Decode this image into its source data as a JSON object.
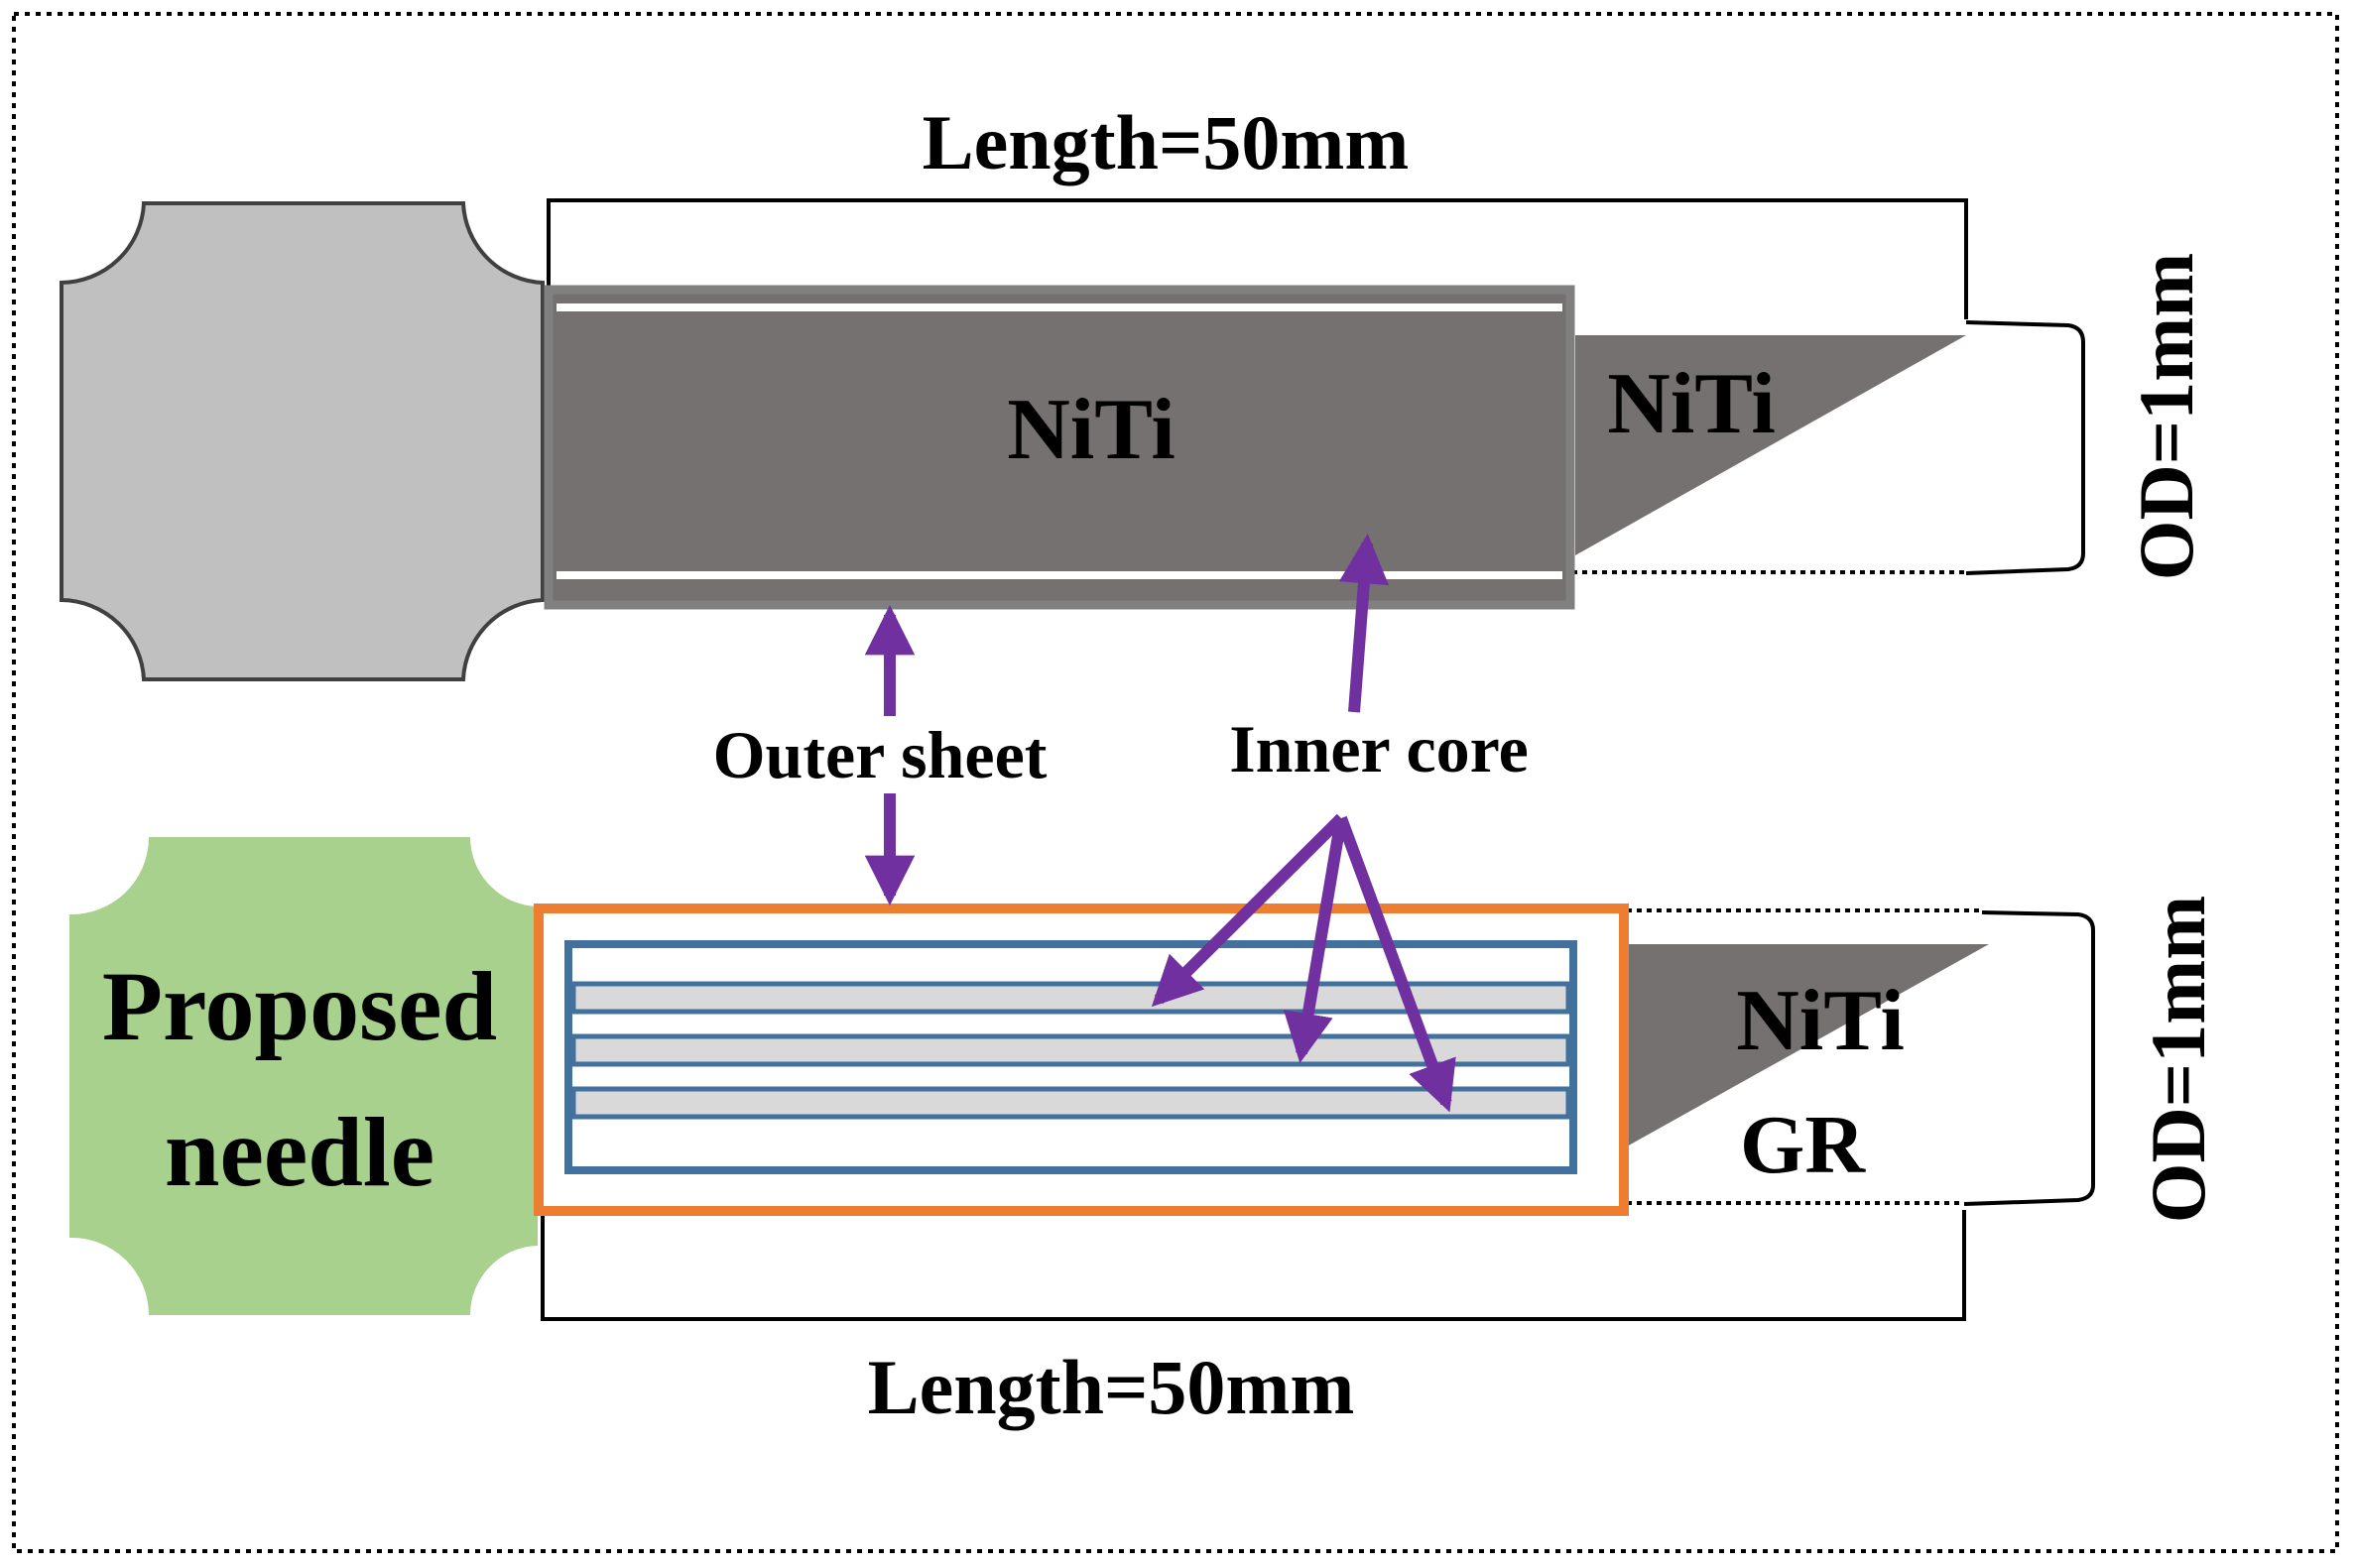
{
  "top_needle": {
    "length_label": "Length=50mm",
    "od_label": "OD=1mm",
    "body_material": "NiTi",
    "tip_material": "NiTi"
  },
  "bottom_needle": {
    "hub_label_line1": "Proposed",
    "hub_label_line2": "needle",
    "length_label": "Length=50mm",
    "od_label": "OD=1mm",
    "tip_material_1": "NiTi",
    "tip_material_2": "GR"
  },
  "annotations": {
    "outer_sheet": "Outer sheet",
    "inner_core": "Inner core"
  },
  "colors": {
    "top_hub": "#c0c0c0",
    "niti_fill": "#757170",
    "bottom_hub": "#a9d18e",
    "outer_sheet": "#ed7d31",
    "inner_core_stroke": "#41719c",
    "inner_core_fill": "#d9d9d9",
    "arrow": "#7030a0"
  }
}
